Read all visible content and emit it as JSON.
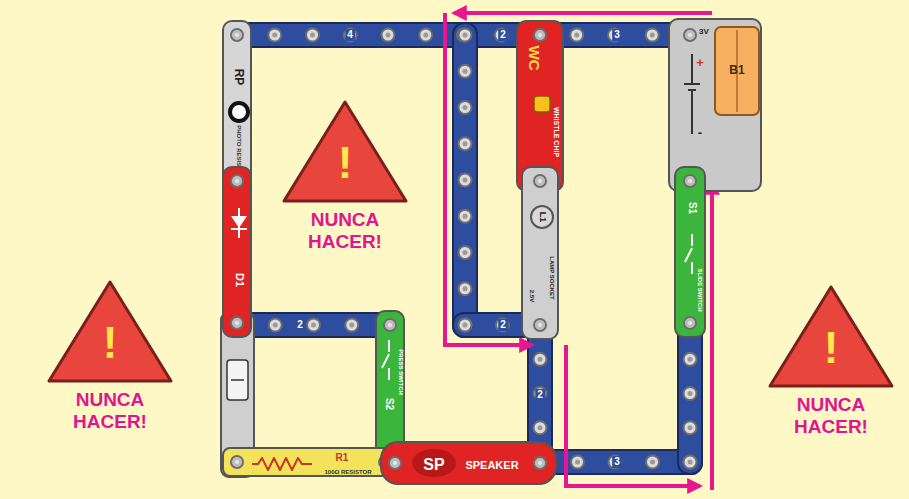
{
  "diagram": {
    "nodes": [
      {
        "text": [
          "RP",
          "PHOTO RESISTOR"
        ]
      },
      {
        "text": [
          "WC",
          "WHISTLE CHIP"
        ]
      },
      {
        "text": [
          "3V",
          "+",
          "-",
          "B1"
        ]
      },
      {
        "text": [
          "!",
          "NUNCA HACER!"
        ]
      },
      {
        "text": [
          "D1"
        ]
      },
      {
        "text": [
          "L1",
          "2.5V",
          "LAMP SOCKET"
        ]
      },
      {
        "text": [
          "S1",
          "SLIDE SWITCH"
        ]
      },
      {
        "text": [
          "S2",
          "PRESS SWITCH"
        ]
      },
      {
        "text": [
          "!",
          "NUNCA HACER!"
        ]
      },
      {
        "text": [
          "!",
          "NUNCA HACER!"
        ]
      },
      {
        "text": [
          "R1",
          "100Ω RESISTOR"
        ]
      },
      {
        "text": [
          "SP",
          "SPEAKER"
        ]
      }
    ],
    "labels": [
      "4",
      "2",
      "3",
      "2",
      "2",
      "2",
      "3"
    ]
  }
}
